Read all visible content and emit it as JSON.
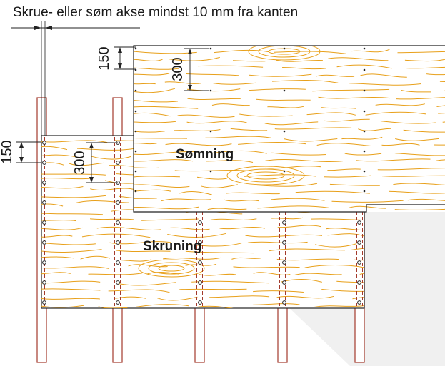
{
  "title": "Skrue- eller søm akse mindst 10 mm fra kanten",
  "labels": {
    "nailing": "Sømning",
    "screwing": "Skruning"
  },
  "dimensions": {
    "top_edge": "150",
    "top_spacing": "300",
    "left_edge": "150",
    "left_spacing": "300"
  },
  "colors": {
    "wood_grain": "#e8a01a",
    "post_outline": "#a33a2c",
    "outline": "#222222",
    "shadow": "#f0f0f0"
  }
}
